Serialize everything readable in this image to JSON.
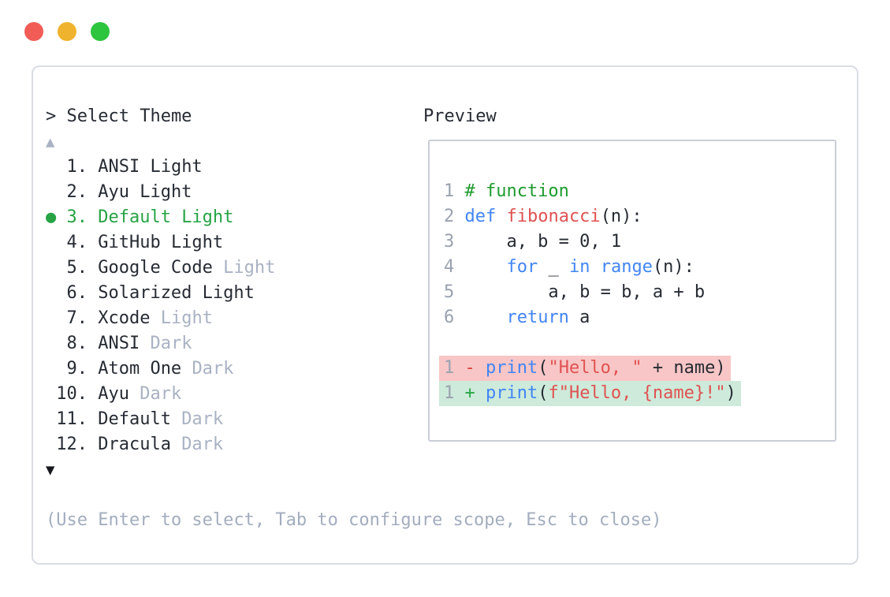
{
  "window_controls": {
    "close_color": "#f25c57",
    "minimize_color": "#f0b32d",
    "zoom_color": "#2dc53e"
  },
  "colors": {
    "text": "#262b33",
    "plain": "#262b33",
    "comment": "#1e9b2e",
    "keyword": "#4285f4",
    "func": "#e05252",
    "string": "#e05252",
    "linenum": "#9aa2af",
    "muted": "#a9b2c3",
    "selected_green": "#27a344",
    "minus": "#d94040",
    "plus": "#28a745",
    "bg_removed": "#f8c6c6",
    "bg_added": "#cdeada",
    "hint": "#a3adbe",
    "arrow_up": "#a9b3c4",
    "arrow_down": "#16181d",
    "panel_border": "#d9dce3",
    "box_border": "#c9cdd6",
    "traffic_red": "#f25c57",
    "traffic_yellow": "#f0b32d",
    "traffic_green": "#2dc53e"
  },
  "selector": {
    "prompt": "> Select Theme",
    "scroll_up_icon": "▲",
    "scroll_down_icon": "▼",
    "hint": "(Use Enter to select, Tab to configure scope, Esc to close)",
    "items": [
      {
        "number": "1",
        "name": "ANSI",
        "variant": "Light",
        "variant_muted": false,
        "selected": false
      },
      {
        "number": "2",
        "name": "Ayu",
        "variant": "Light",
        "variant_muted": false,
        "selected": false
      },
      {
        "number": "3",
        "name": "Default",
        "variant": "Light",
        "variant_muted": false,
        "selected": true
      },
      {
        "number": "4",
        "name": "GitHub",
        "variant": "Light",
        "variant_muted": false,
        "selected": false
      },
      {
        "number": "5",
        "name": "Google Code",
        "variant": "Light",
        "variant_muted": true,
        "selected": false
      },
      {
        "number": "6",
        "name": "Solarized",
        "variant": "Light",
        "variant_muted": false,
        "selected": false
      },
      {
        "number": "7",
        "name": "Xcode",
        "variant": "Light",
        "variant_muted": true,
        "selected": false
      },
      {
        "number": "8",
        "name": "ANSI",
        "variant": "Dark",
        "variant_muted": true,
        "selected": false
      },
      {
        "number": "9",
        "name": "Atom One",
        "variant": "Dark",
        "variant_muted": true,
        "selected": false
      },
      {
        "number": "10",
        "name": "Ayu",
        "variant": "Dark",
        "variant_muted": true,
        "selected": false
      },
      {
        "number": "11",
        "name": "Default",
        "variant": "Dark",
        "variant_muted": true,
        "selected": false
      },
      {
        "number": "12",
        "name": "Dracula",
        "variant": "Dark",
        "variant_muted": true,
        "selected": false
      }
    ]
  },
  "preview": {
    "title": "Preview",
    "code_lines": [
      {
        "num": "1",
        "bg": null,
        "tokens": [
          [
            "# function",
            "comment"
          ]
        ]
      },
      {
        "num": "2",
        "bg": null,
        "tokens": [
          [
            "def",
            "kw"
          ],
          [
            " ",
            "plain"
          ],
          [
            "fibonacci",
            "fn"
          ],
          [
            "(n):",
            "plain"
          ]
        ]
      },
      {
        "num": "3",
        "bg": null,
        "tokens": [
          [
            "    a, b = 0, 1",
            "plain"
          ]
        ]
      },
      {
        "num": "4",
        "bg": null,
        "tokens": [
          [
            "    ",
            "plain"
          ],
          [
            "for",
            "kw"
          ],
          [
            " _ ",
            "plain"
          ],
          [
            "in",
            "kw"
          ],
          [
            " ",
            "plain"
          ],
          [
            "range",
            "kw"
          ],
          [
            "(n):",
            "plain"
          ]
        ]
      },
      {
        "num": "5",
        "bg": null,
        "tokens": [
          [
            "        a, b = b, a + b",
            "plain"
          ]
        ]
      },
      {
        "num": "6",
        "bg": null,
        "tokens": [
          [
            "    ",
            "plain"
          ],
          [
            "return",
            "kw"
          ],
          [
            " a",
            "plain"
          ]
        ]
      },
      {
        "num": "",
        "bg": null,
        "tokens": []
      },
      {
        "num": "1",
        "bg": "removed",
        "tokens": [
          [
            "-",
            "mark-minus"
          ],
          [
            " ",
            "plain"
          ],
          [
            "print",
            "kw"
          ],
          [
            "(",
            "plain"
          ],
          [
            "\"Hello, \"",
            "str"
          ],
          [
            " + name)",
            "plain"
          ]
        ]
      },
      {
        "num": "1",
        "bg": "added",
        "tokens": [
          [
            "+",
            "mark-plus"
          ],
          [
            " ",
            "plain"
          ],
          [
            "print",
            "kw"
          ],
          [
            "(",
            "plain"
          ],
          [
            "f\"Hello, {name}!\"",
            "str"
          ],
          [
            ")",
            "plain"
          ]
        ]
      }
    ]
  }
}
